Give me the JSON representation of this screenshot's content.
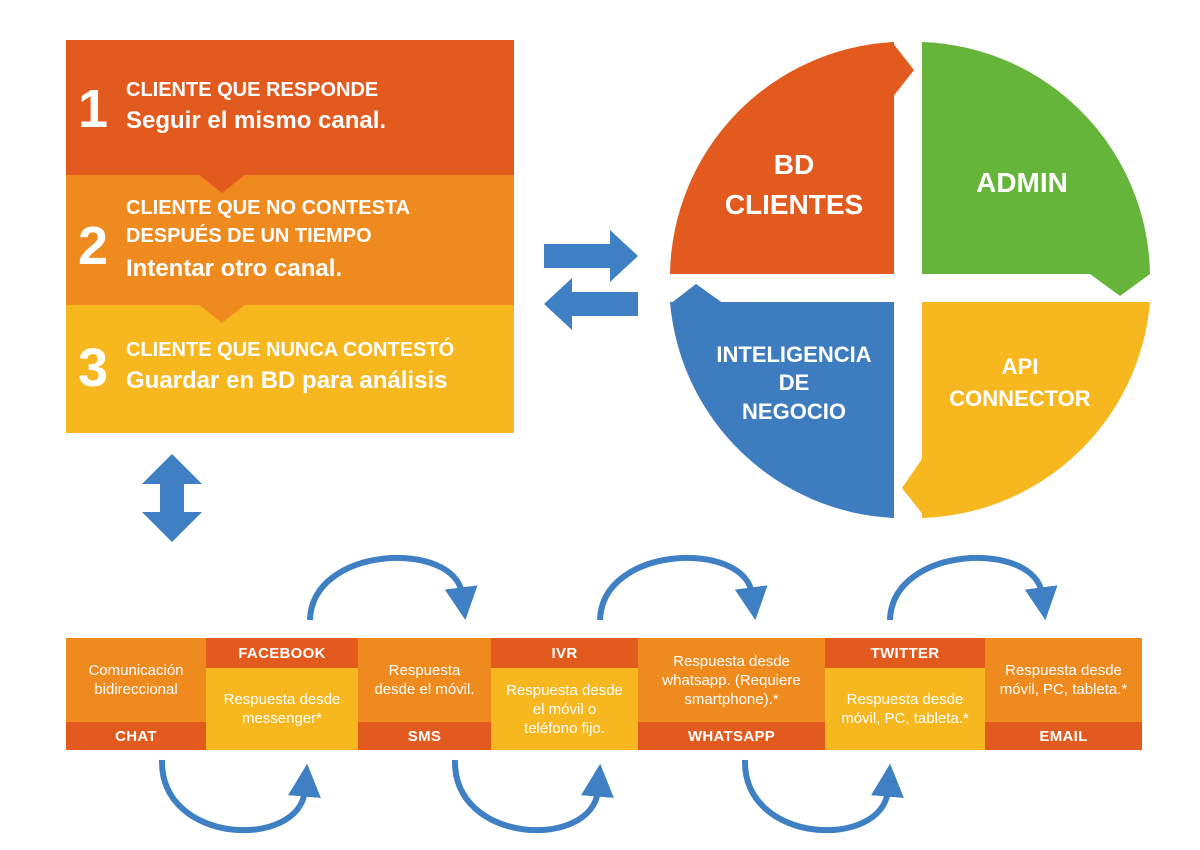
{
  "colors": {
    "orange_dark": "#e35a1e",
    "orange": "#ef8a1f",
    "yellow": "#f7b81f",
    "green": "#66b53b",
    "blue": "#3e7cc0",
    "arrow_blue": "#3f7fc4"
  },
  "steps": [
    {
      "number": "1",
      "heading_lines": [
        "CLIENTE QUE RESPONDE"
      ],
      "action": "Seguir el mismo canal."
    },
    {
      "number": "2",
      "heading_lines": [
        "CLIENTE QUE NO CONTESTA",
        "DESPUÉS DE UN TIEMPO"
      ],
      "action": "Intentar otro canal."
    },
    {
      "number": "3",
      "heading_lines": [
        "CLIENTE QUE NUNCA CONTESTÓ"
      ],
      "action": "Guardar en BD para análisis"
    }
  ],
  "quadrants": {
    "bd_clientes": [
      "BD",
      "CLIENTES"
    ],
    "admin": [
      "ADMIN"
    ],
    "inteligencia": [
      "INTELIGENCIA",
      "DE",
      "NEGOCIO"
    ],
    "api": [
      "API",
      "CONNECTOR"
    ]
  },
  "channels": [
    {
      "name": "CHAT",
      "description": "Comunicación bidireccional",
      "label_position": "bottom"
    },
    {
      "name": "FACEBOOK",
      "description": "Respuesta desde messenger*",
      "label_position": "top"
    },
    {
      "name": "SMS",
      "description": "Respuesta desde el móvil.",
      "label_position": "bottom"
    },
    {
      "name": "IVR",
      "description": "Respuesta desde el móvil o teléfono fijo.",
      "label_position": "top"
    },
    {
      "name": "WHATSAPP",
      "description": "Respuesta desde whatsapp. (Requiere smartphone).*",
      "label_position": "bottom"
    },
    {
      "name": "TWITTER",
      "description": "Respuesta desde móvil, PC, tableta.*",
      "label_position": "top"
    },
    {
      "name": "EMAIL",
      "description": "Respuesta desde móvil, PC, tableta.*",
      "label_position": "bottom"
    }
  ]
}
